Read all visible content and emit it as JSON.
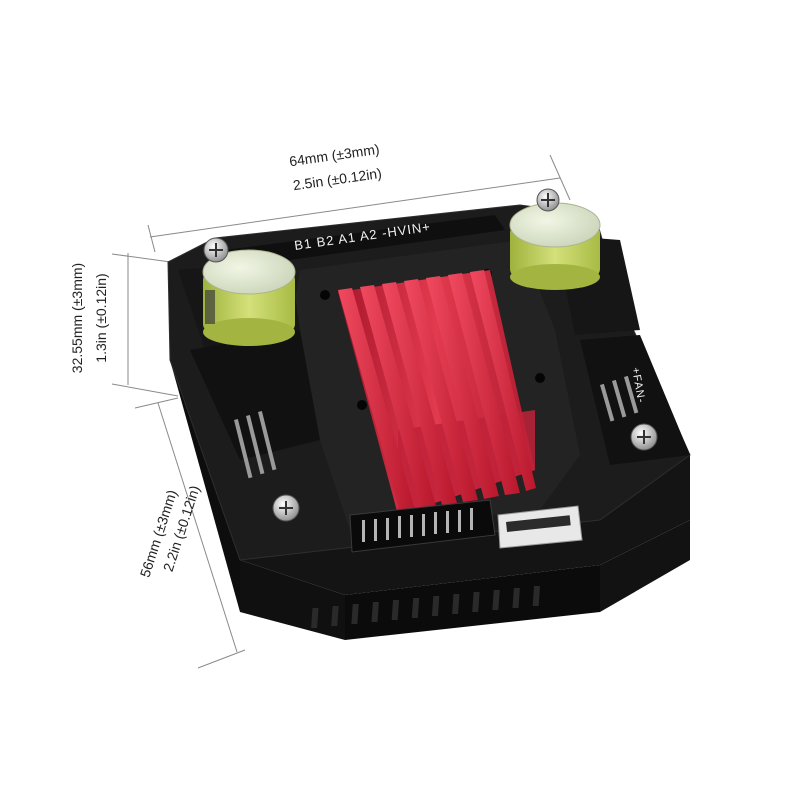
{
  "dimensions": {
    "width": {
      "metric": "64mm (±3mm)",
      "imperial": "2.5in (±0.12in)"
    },
    "height": {
      "metric": "32.55mm (±3mm)",
      "imperial": "1.3in (±0.12in)"
    },
    "depth": {
      "metric": "56mm (±3mm)",
      "imperial": "2.2in (±0.12in)"
    }
  },
  "silkscreen": {
    "power_label": "B1 B2 A1 A2 -HVIN+",
    "fan_label": "+FAN-"
  },
  "colors": {
    "housing": "#1a1a1a",
    "heatsink": "#d6283c",
    "capacitor": "#c8d86a",
    "dimension_line": "#888888"
  }
}
